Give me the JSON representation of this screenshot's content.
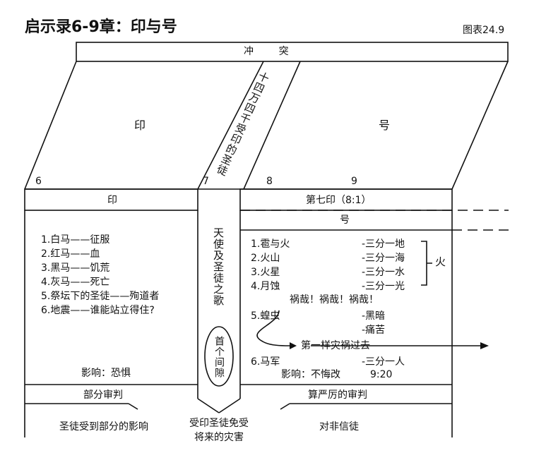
{
  "header": {
    "title": "启示录6-9章：印与号",
    "figure": "图表24.9"
  },
  "top_bar": "冲        突",
  "diagonal_text": "十四万四千受印的圣徒",
  "zones": {
    "seals": "印",
    "trumpets": "号"
  },
  "chapters": {
    "c6": "6",
    "c7": "7",
    "c8": "8",
    "c9": "9"
  },
  "bands": {
    "seal_band": "印",
    "seventh_seal": "第七印（8:1）",
    "trumpet_band": "号"
  },
  "seals_list": [
    "1.白马——征服",
    "2.红马——血",
    "3.黑马——饥荒",
    "4.灰马——死亡",
    "5.祭坛下的圣徒——殉道者",
    "6.地震——谁能站立得住?"
  ],
  "seals_effect": "影响：恐惧",
  "middle_column": {
    "song": "天使及圣徒之歌",
    "interval": "首个间隙"
  },
  "trumpets_list": [
    {
      "name": "1.雹与火",
      "effect": "-三分一地"
    },
    {
      "name": "2.火山",
      "effect": "-三分一海"
    },
    {
      "name": "3.火星",
      "effect": "-三分一水"
    },
    {
      "name": "4.月蚀",
      "effect": "-三分一光"
    }
  ],
  "fire_label": "火",
  "woe": "祸哉！祸哉！祸哉！",
  "trumpet5": {
    "name": "5.蝗虫",
    "effect1": "-黑暗",
    "effect2": "-痛苦"
  },
  "first_woe": "第一样灾祸过去",
  "trumpet6": {
    "name": "6.马军",
    "effect": "-三分一人"
  },
  "trumpets_effect": "影响：不悔改",
  "trumpets_ref": "9:20",
  "bottom": {
    "partial_judgment": "部分审判",
    "severe_judgment": "算严厉的审判",
    "partial_effect": "圣徒受到部分的影响",
    "saints_protected": "受印圣徒免受将来的灾害",
    "unbelievers": "对非信徒"
  }
}
